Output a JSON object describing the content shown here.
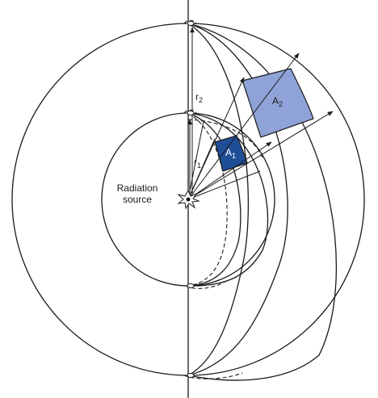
{
  "diagram": {
    "source_label_line1": "Radiation",
    "source_label_line2": "source",
    "r1_label": "r",
    "r1_sub": "1",
    "r2_label": "r",
    "r2_sub": "2",
    "a1_label": "A",
    "a1_sub": "1",
    "a2_label": "A",
    "a2_sub": "2"
  },
  "colors": {
    "a1_fill": "#1f4e99",
    "a2_fill": "#8fa3d8",
    "stroke": "#1a1a1a"
  }
}
